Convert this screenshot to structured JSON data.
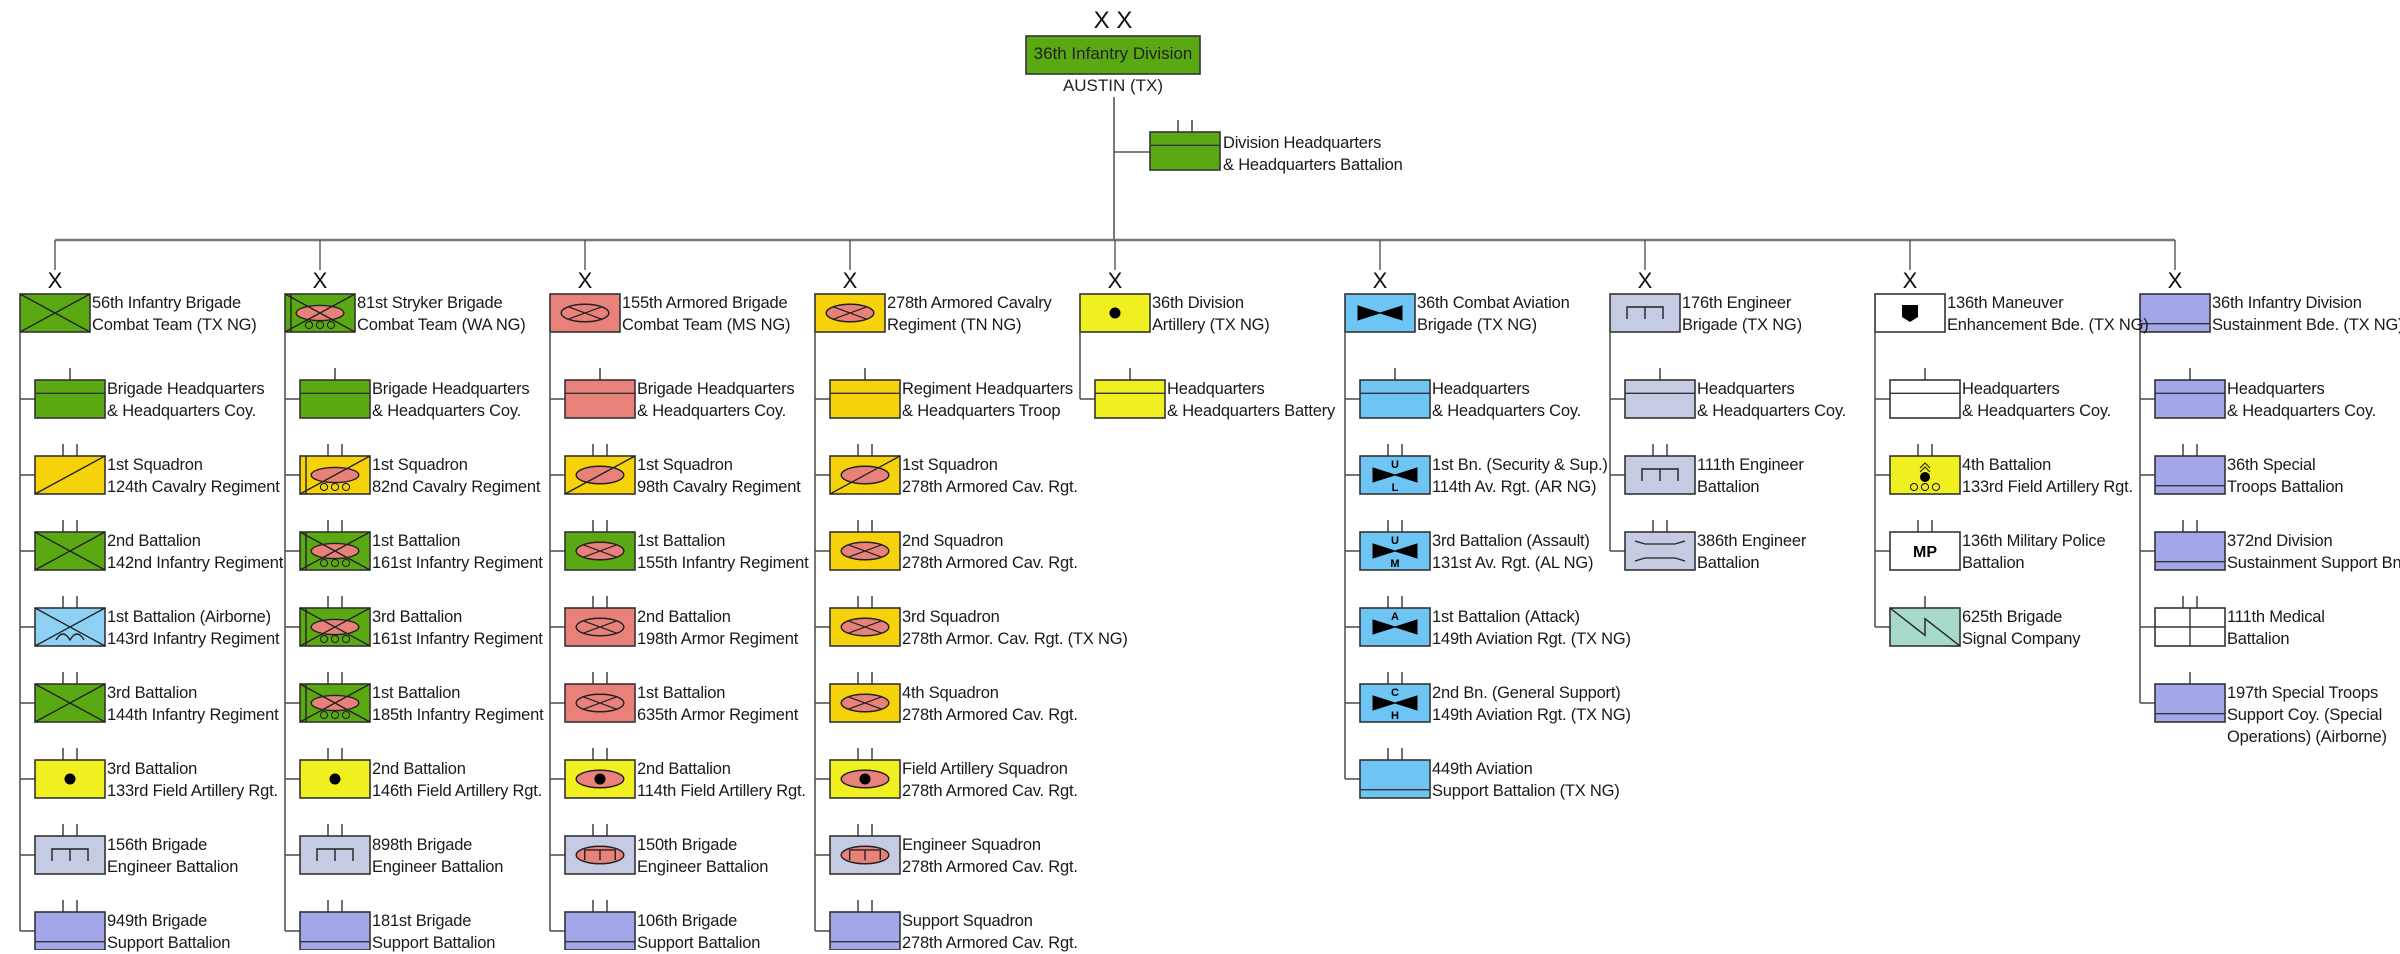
{
  "division": {
    "echelon": "X X",
    "name": "36th Infantry Division",
    "location": "AUSTIN (TX)",
    "color": "#5aa812"
  },
  "division_hq": {
    "lines": [
      "Division Headquarters",
      "& Headquarters Battalion"
    ],
    "type": "hq",
    "fill": "#5aa812",
    "echelon_ticks": 2
  },
  "brigades": [
    {
      "echelon": "X",
      "lines": [
        "56th Infantry Brigade",
        "Combat Team (TX NG)"
      ],
      "type": "infantry",
      "fill": "#5aa812",
      "units": [
        {
          "lines": [
            "Brigade Headquarters",
            "& Headquarters Coy."
          ],
          "type": "hq",
          "fill": "#5aa812",
          "ticks": 1
        },
        {
          "lines": [
            "1st Squadron",
            "124th Cavalry Regiment"
          ],
          "type": "cavalry",
          "fill": "#f5d20a",
          "ticks": 2
        },
        {
          "lines": [
            "2nd Battalion",
            "142nd Infantry Regiment"
          ],
          "type": "infantry",
          "fill": "#5aa812",
          "ticks": 2
        },
        {
          "lines": [
            "1st Battalion (Airborne)",
            "143rd Infantry Regiment"
          ],
          "type": "infantry-airborne",
          "fill": "#8fd0f5",
          "ticks": 2
        },
        {
          "lines": [
            "3rd Battalion",
            "144th Infantry Regiment"
          ],
          "type": "infantry",
          "fill": "#5aa812",
          "ticks": 2
        },
        {
          "lines": [
            "3rd Battalion",
            "133rd Field Artillery Rgt."
          ],
          "type": "artillery",
          "fill": "#f0f020",
          "ticks": 2
        },
        {
          "lines": [
            "156th Brigade",
            "Engineer Battalion"
          ],
          "type": "engineer",
          "fill": "#c5cbe3",
          "ticks": 2
        },
        {
          "lines": [
            "949th Brigade",
            "Support Battalion"
          ],
          "type": "support",
          "fill": "#a4a6ea",
          "ticks": 2
        }
      ]
    },
    {
      "echelon": "X",
      "lines": [
        "81st Stryker Brigade",
        "Combat Team (WA NG)"
      ],
      "type": "stryker",
      "fill": "#5aa812",
      "units": [
        {
          "lines": [
            "Brigade Headquarters",
            "& Headquarters Coy."
          ],
          "type": "hq",
          "fill": "#5aa812",
          "ticks": 1
        },
        {
          "lines": [
            "1st Squadron",
            "82nd Cavalry Regiment"
          ],
          "type": "stryker-cavalry",
          "fill": "#f5d20a",
          "ticks": 2
        },
        {
          "lines": [
            "1st Battalion",
            "161st Infantry Regiment"
          ],
          "type": "stryker",
          "fill": "#5aa812",
          "ticks": 2
        },
        {
          "lines": [
            "3rd Battalion",
            "161st Infantry Regiment"
          ],
          "type": "stryker",
          "fill": "#5aa812",
          "ticks": 2
        },
        {
          "lines": [
            "1st Battalion",
            "185th Infantry Regiment"
          ],
          "type": "stryker",
          "fill": "#5aa812",
          "ticks": 2
        },
        {
          "lines": [
            "2nd Battalion",
            "146th Field Artillery Rgt."
          ],
          "type": "artillery",
          "fill": "#f0f020",
          "ticks": 2
        },
        {
          "lines": [
            "898th Brigade",
            "Engineer Battalion"
          ],
          "type": "engineer",
          "fill": "#c5cbe3",
          "ticks": 2
        },
        {
          "lines": [
            "181st Brigade",
            "Support Battalion"
          ],
          "type": "support",
          "fill": "#a4a6ea",
          "ticks": 2
        }
      ]
    },
    {
      "echelon": "X",
      "lines": [
        "155th Armored Brigade",
        "Combat Team (MS NG)"
      ],
      "type": "armor",
      "fill": "#e8817a",
      "units": [
        {
          "lines": [
            "Brigade Headquarters",
            "& Headquarters Coy."
          ],
          "type": "hq",
          "fill": "#e8817a",
          "ticks": 1
        },
        {
          "lines": [
            "1st Squadron",
            "98th Cavalry Regiment"
          ],
          "type": "armored-cavalry-slash",
          "fill": "#f5d20a",
          "ticks": 2
        },
        {
          "lines": [
            "1st Battalion",
            "155th Infantry Regiment"
          ],
          "type": "armor",
          "fill": "#5aa812",
          "ticks": 2
        },
        {
          "lines": [
            "2nd Battalion",
            "198th Armor Regiment"
          ],
          "type": "armor",
          "fill": "#e8817a",
          "ticks": 2
        },
        {
          "lines": [
            "1st Battalion",
            "635th Armor Regiment"
          ],
          "type": "armor",
          "fill": "#e8817a",
          "ticks": 2
        },
        {
          "lines": [
            "2nd Battalion",
            "114th Field Artillery Rgt."
          ],
          "type": "armored-artillery",
          "fill": "#f0f020",
          "ticks": 2
        },
        {
          "lines": [
            "150th Brigade",
            "Engineer Battalion"
          ],
          "type": "armored-engineer",
          "fill": "#c5cbe3",
          "ticks": 2
        },
        {
          "lines": [
            "106th Brigade",
            "Support Battalion"
          ],
          "type": "support",
          "fill": "#a4a6ea",
          "ticks": 2
        }
      ]
    },
    {
      "echelon": "X",
      "lines": [
        "278th Armored Cavalry",
        "Regiment (TN NG)"
      ],
      "type": "armor",
      "fill": "#f5d20a",
      "units": [
        {
          "lines": [
            "Regiment Headquarters",
            "& Headquarters Troop"
          ],
          "type": "hq",
          "fill": "#f5d20a",
          "ticks": 1
        },
        {
          "lines": [
            "1st Squadron",
            "278th Armored Cav. Rgt."
          ],
          "type": "armored-cavalry-slash",
          "fill": "#f5d20a",
          "ticks": 2
        },
        {
          "lines": [
            "2nd Squadron",
            "278th Armored Cav. Rgt."
          ],
          "type": "armor",
          "fill": "#f5d20a",
          "ticks": 2
        },
        {
          "lines": [
            "3rd Squadron",
            "278th Armor. Cav. Rgt. (TX NG)"
          ],
          "type": "armor",
          "fill": "#f5d20a",
          "ticks": 2
        },
        {
          "lines": [
            "4th Squadron",
            "278th Armored Cav. Rgt."
          ],
          "type": "armor",
          "fill": "#f5d20a",
          "ticks": 2
        },
        {
          "lines": [
            "Field Artillery Squadron",
            "278th Armored Cav. Rgt."
          ],
          "type": "armored-artillery",
          "fill": "#f0f020",
          "ticks": 2
        },
        {
          "lines": [
            "Engineer Squadron",
            "278th Armored Cav. Rgt."
          ],
          "type": "armored-engineer",
          "fill": "#c5cbe3",
          "ticks": 2
        },
        {
          "lines": [
            "Support Squadron",
            "278th Armored Cav. Rgt."
          ],
          "type": "support",
          "fill": "#a4a6ea",
          "ticks": 2
        }
      ]
    },
    {
      "echelon": "X",
      "lines": [
        "36th Division",
        "Artillery (TX NG)"
      ],
      "type": "artillery",
      "fill": "#f0f020",
      "units": [
        {
          "lines": [
            "Headquarters",
            "& Headquarters Battery"
          ],
          "type": "hq",
          "fill": "#f0f020",
          "ticks": 1
        }
      ]
    },
    {
      "echelon": "X",
      "lines": [
        "36th Combat Aviation",
        "Brigade (TX NG)"
      ],
      "type": "aviation",
      "fill": "#6ec4f2",
      "units": [
        {
          "lines": [
            "Headquarters",
            "& Headquarters Coy."
          ],
          "type": "hq",
          "fill": "#6ec4f2",
          "ticks": 1
        },
        {
          "lines": [
            "1st Bn. (Security & Sup.)",
            "114th Av. Rgt. (AR NG)"
          ],
          "type": "aviation",
          "fill": "#6ec4f2",
          "ticks": 2,
          "top_letter": "U",
          "bottom_letter": "L"
        },
        {
          "lines": [
            "3rd Battalion (Assault)",
            "131st Av. Rgt. (AL NG)"
          ],
          "type": "aviation",
          "fill": "#6ec4f2",
          "ticks": 2,
          "top_letter": "U",
          "bottom_letter": "M"
        },
        {
          "lines": [
            "1st Battalion (Attack)",
            "149th Aviation Rgt. (TX NG)"
          ],
          "type": "aviation",
          "fill": "#6ec4f2",
          "ticks": 2,
          "top_letter": "A",
          "bottom_letter": ""
        },
        {
          "lines": [
            "2nd Bn. (General Support)",
            "149th Aviation Rgt. (TX NG)"
          ],
          "type": "aviation",
          "fill": "#6ec4f2",
          "ticks": 2,
          "top_letter": "C",
          "bottom_letter": "H"
        },
        {
          "lines": [
            "449th Aviation",
            "Support Battalion (TX NG)"
          ],
          "type": "support",
          "fill": "#6ec4f2",
          "ticks": 2
        }
      ]
    },
    {
      "echelon": "X",
      "lines": [
        "176th Engineer",
        "Brigade (TX NG)"
      ],
      "type": "engineer",
      "fill": "#c5cbe3",
      "units": [
        {
          "lines": [
            "Headquarters",
            "& Headquarters Coy."
          ],
          "type": "hq",
          "fill": "#c5cbe3",
          "ticks": 1
        },
        {
          "lines": [
            "111th Engineer",
            "Battalion"
          ],
          "type": "engineer",
          "fill": "#c5cbe3",
          "ticks": 2
        },
        {
          "lines": [
            "386th Engineer",
            "Battalion"
          ],
          "type": "bridge",
          "fill": "#c5cbe3",
          "ticks": 2
        }
      ]
    },
    {
      "echelon": "X",
      "lines": [
        "136th Maneuver",
        "Enhancement Bde. (TX NG)"
      ],
      "type": "maneuver-enhancement",
      "fill": "#ffffff",
      "units": [
        {
          "lines": [
            "Headquarters",
            "& Headquarters Coy."
          ],
          "type": "hq",
          "fill": "#ffffff",
          "ticks": 1
        },
        {
          "lines": [
            "4th Battalion",
            "133rd Field Artillery Rgt."
          ],
          "type": "rocket-artillery",
          "fill": "#f0f020",
          "ticks": 2
        },
        {
          "lines": [
            "136th Military Police",
            "Battalion"
          ],
          "type": "military-police",
          "fill": "#ffffff",
          "ticks": 2,
          "text": "MP"
        },
        {
          "lines": [
            "625th Brigade",
            "Signal Company"
          ],
          "type": "signal",
          "fill": "#a6d8cc",
          "ticks": 1
        }
      ]
    },
    {
      "echelon": "X",
      "lines": [
        "36th Infantry Division",
        "Sustainment Bde. (TX NG)"
      ],
      "type": "support",
      "fill": "#a4a6ea",
      "units": [
        {
          "lines": [
            "Headquarters",
            "& Headquarters Coy."
          ],
          "type": "hq",
          "fill": "#a4a6ea",
          "ticks": 1
        },
        {
          "lines": [
            "36th Special",
            "Troops Battalion"
          ],
          "type": "support",
          "fill": "#a4a6ea",
          "ticks": 2
        },
        {
          "lines": [
            "372nd Division",
            "Sustainment Support Bn."
          ],
          "type": "support",
          "fill": "#a4a6ea",
          "ticks": 2
        },
        {
          "lines": [
            "111th Medical",
            "Battalion"
          ],
          "type": "medical",
          "fill": "#ffffff",
          "ticks": 2
        },
        {
          "lines": [
            "197th Special Troops",
            "Support Coy. (Special",
            "Operations) (Airborne)"
          ],
          "type": "support",
          "fill": "#a4a6ea",
          "ticks": 1
        }
      ]
    }
  ],
  "colors": {
    "line": "#555555",
    "border": "#333333",
    "ellipse": "#e8817a"
  }
}
